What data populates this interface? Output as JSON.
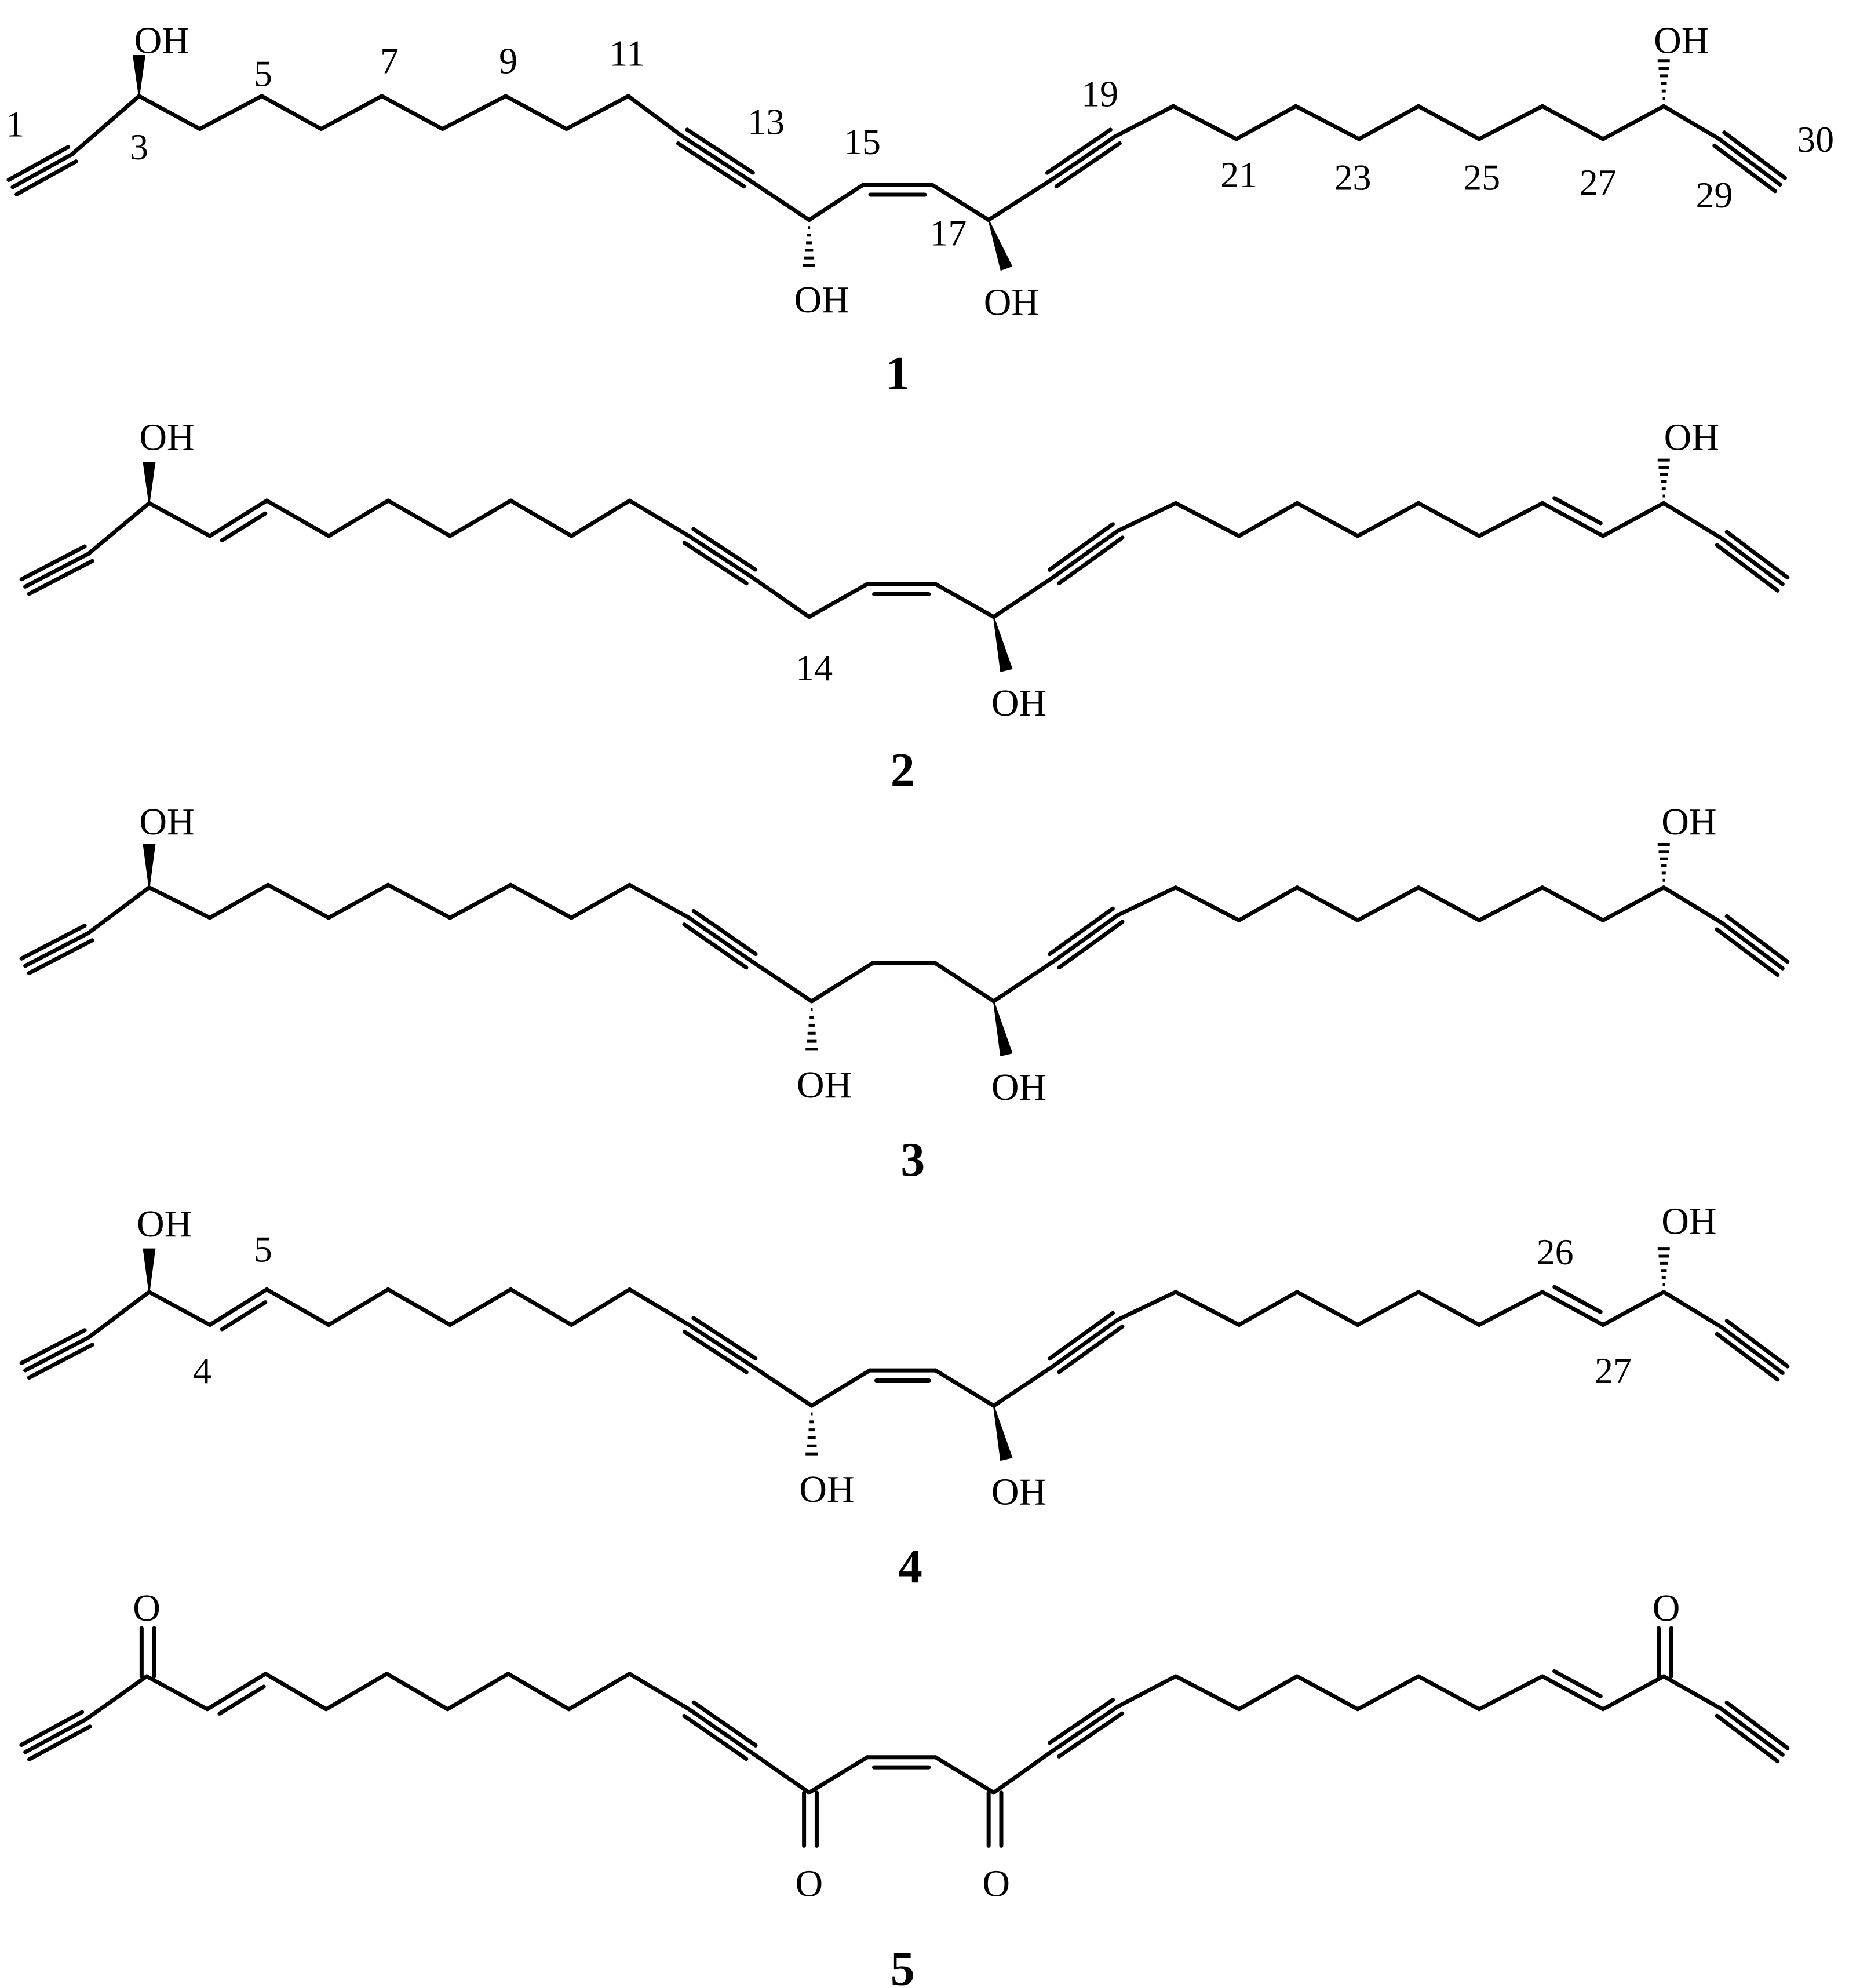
{
  "compounds": [
    {
      "id": "1",
      "labels": [
        "1",
        "3",
        "5",
        "7",
        "9",
        "11",
        "13",
        "15",
        "17",
        "19",
        "21",
        "23",
        "25",
        "27",
        "29",
        "30"
      ],
      "oh_count": 4
    },
    {
      "id": "2",
      "labels": [
        "14"
      ],
      "oh_count": 3
    },
    {
      "id": "3",
      "labels": [],
      "oh_count": 4
    },
    {
      "id": "4",
      "labels": [
        "5",
        "4",
        "26",
        "27"
      ],
      "oh_count": 4
    },
    {
      "id": "5",
      "labels": [],
      "oh_count": 0,
      "o_count": 4
    }
  ],
  "atoms": {
    "hydroxyl": "OH",
    "oxygen": "O"
  }
}
